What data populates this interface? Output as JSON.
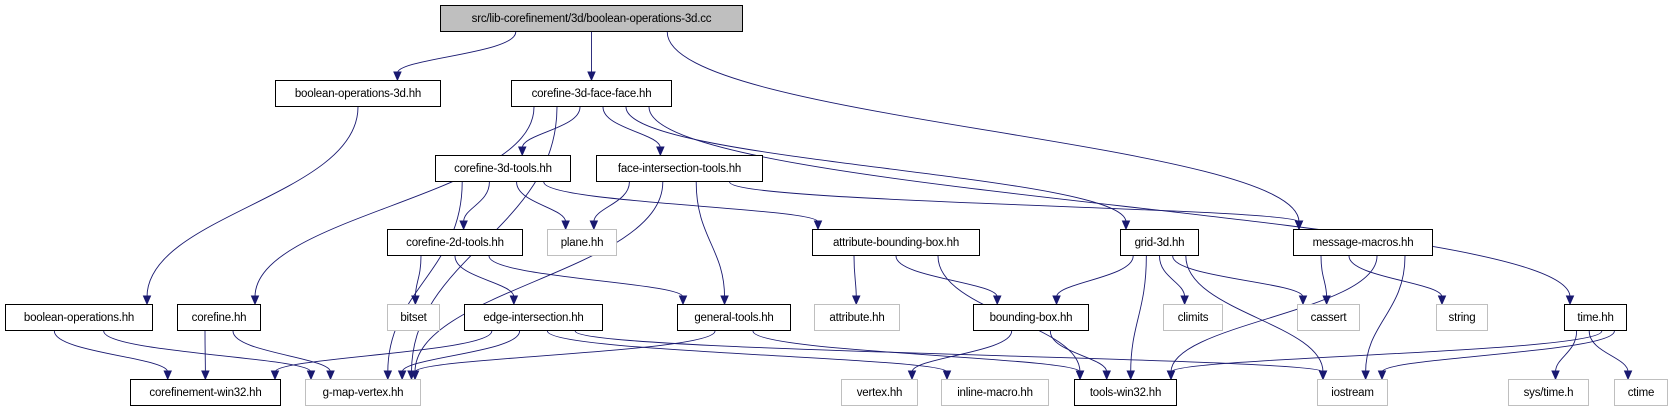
{
  "graph": {
    "title": "src/lib-corefinement/3d/boolean-operations-3d.cc",
    "edge_color": "#191970",
    "root_fill": "#bfbfbf",
    "external_border": "#bfbfbf",
    "nodes": [
      {
        "id": "root",
        "label": "src/lib-corefinement/3d/boolean-operations-3d.cc",
        "kind": "root"
      },
      {
        "id": "bo3d",
        "label": "boolean-operations-3d.hh",
        "kind": "internal"
      },
      {
        "id": "cfff",
        "label": "corefine-3d-face-face.hh",
        "kind": "internal"
      },
      {
        "id": "c3dt",
        "label": "corefine-3d-tools.hh",
        "kind": "internal"
      },
      {
        "id": "fit",
        "label": "face-intersection-tools.hh",
        "kind": "internal"
      },
      {
        "id": "c2dt",
        "label": "corefine-2d-tools.hh",
        "kind": "internal"
      },
      {
        "id": "plane",
        "label": "plane.hh",
        "kind": "external"
      },
      {
        "id": "abb",
        "label": "attribute-bounding-box.hh",
        "kind": "internal"
      },
      {
        "id": "grid",
        "label": "grid-3d.hh",
        "kind": "internal"
      },
      {
        "id": "mm",
        "label": "message-macros.hh",
        "kind": "internal"
      },
      {
        "id": "bo",
        "label": "boolean-operations.hh",
        "kind": "internal"
      },
      {
        "id": "cf",
        "label": "corefine.hh",
        "kind": "internal"
      },
      {
        "id": "bitset",
        "label": "bitset",
        "kind": "external"
      },
      {
        "id": "ei",
        "label": "edge-intersection.hh",
        "kind": "internal"
      },
      {
        "id": "gt",
        "label": "general-tools.hh",
        "kind": "internal"
      },
      {
        "id": "attr",
        "label": "attribute.hh",
        "kind": "external"
      },
      {
        "id": "bb",
        "label": "bounding-box.hh",
        "kind": "internal"
      },
      {
        "id": "climits",
        "label": "climits",
        "kind": "external"
      },
      {
        "id": "cassert",
        "label": "cassert",
        "kind": "external"
      },
      {
        "id": "string",
        "label": "string",
        "kind": "external"
      },
      {
        "id": "time",
        "label": "time.hh",
        "kind": "internal"
      },
      {
        "id": "cw32",
        "label": "corefinement-win32.hh",
        "kind": "internal"
      },
      {
        "id": "gmv",
        "label": "g-map-vertex.hh",
        "kind": "external"
      },
      {
        "id": "vertex",
        "label": "vertex.hh",
        "kind": "external"
      },
      {
        "id": "inline",
        "label": "inline-macro.hh",
        "kind": "external"
      },
      {
        "id": "tw32",
        "label": "tools-win32.hh",
        "kind": "internal"
      },
      {
        "id": "iostream",
        "label": "iostream",
        "kind": "external"
      },
      {
        "id": "systime",
        "label": "sys/time.h",
        "kind": "external"
      },
      {
        "id": "ctime",
        "label": "ctime",
        "kind": "external"
      }
    ],
    "edges": [
      [
        "root",
        "bo3d"
      ],
      [
        "root",
        "cfff"
      ],
      [
        "root",
        "mm"
      ],
      [
        "bo3d",
        "bo"
      ],
      [
        "cfff",
        "cf"
      ],
      [
        "cfff",
        "gmv"
      ],
      [
        "cfff",
        "c3dt"
      ],
      [
        "cfff",
        "fit"
      ],
      [
        "cfff",
        "grid"
      ],
      [
        "cfff",
        "time"
      ],
      [
        "c3dt",
        "gmv"
      ],
      [
        "c3dt",
        "c2dt"
      ],
      [
        "c3dt",
        "plane"
      ],
      [
        "c3dt",
        "abb"
      ],
      [
        "fit",
        "plane"
      ],
      [
        "fit",
        "gmv"
      ],
      [
        "fit",
        "gt"
      ],
      [
        "fit",
        "mm"
      ],
      [
        "c2dt",
        "bitset"
      ],
      [
        "c2dt",
        "ei"
      ],
      [
        "c2dt",
        "gt"
      ],
      [
        "abb",
        "attr"
      ],
      [
        "abb",
        "bb"
      ],
      [
        "abb",
        "tw32"
      ],
      [
        "grid",
        "bb"
      ],
      [
        "grid",
        "tw32"
      ],
      [
        "grid",
        "climits"
      ],
      [
        "grid",
        "cassert"
      ],
      [
        "grid",
        "iostream"
      ],
      [
        "mm",
        "cassert"
      ],
      [
        "mm",
        "string"
      ],
      [
        "mm",
        "tw32"
      ],
      [
        "mm",
        "iostream"
      ],
      [
        "time",
        "systime"
      ],
      [
        "time",
        "ctime"
      ],
      [
        "time",
        "tw32"
      ],
      [
        "time",
        "iostream"
      ],
      [
        "bo",
        "cw32"
      ],
      [
        "bo",
        "gmv"
      ],
      [
        "cf",
        "cw32"
      ],
      [
        "cf",
        "gmv"
      ],
      [
        "ei",
        "cw32"
      ],
      [
        "ei",
        "gmv"
      ],
      [
        "ei",
        "inline"
      ],
      [
        "ei",
        "iostream"
      ],
      [
        "gt",
        "gmv"
      ],
      [
        "gt",
        "tw32"
      ],
      [
        "bb",
        "vertex"
      ],
      [
        "bb",
        "tw32"
      ]
    ]
  }
}
